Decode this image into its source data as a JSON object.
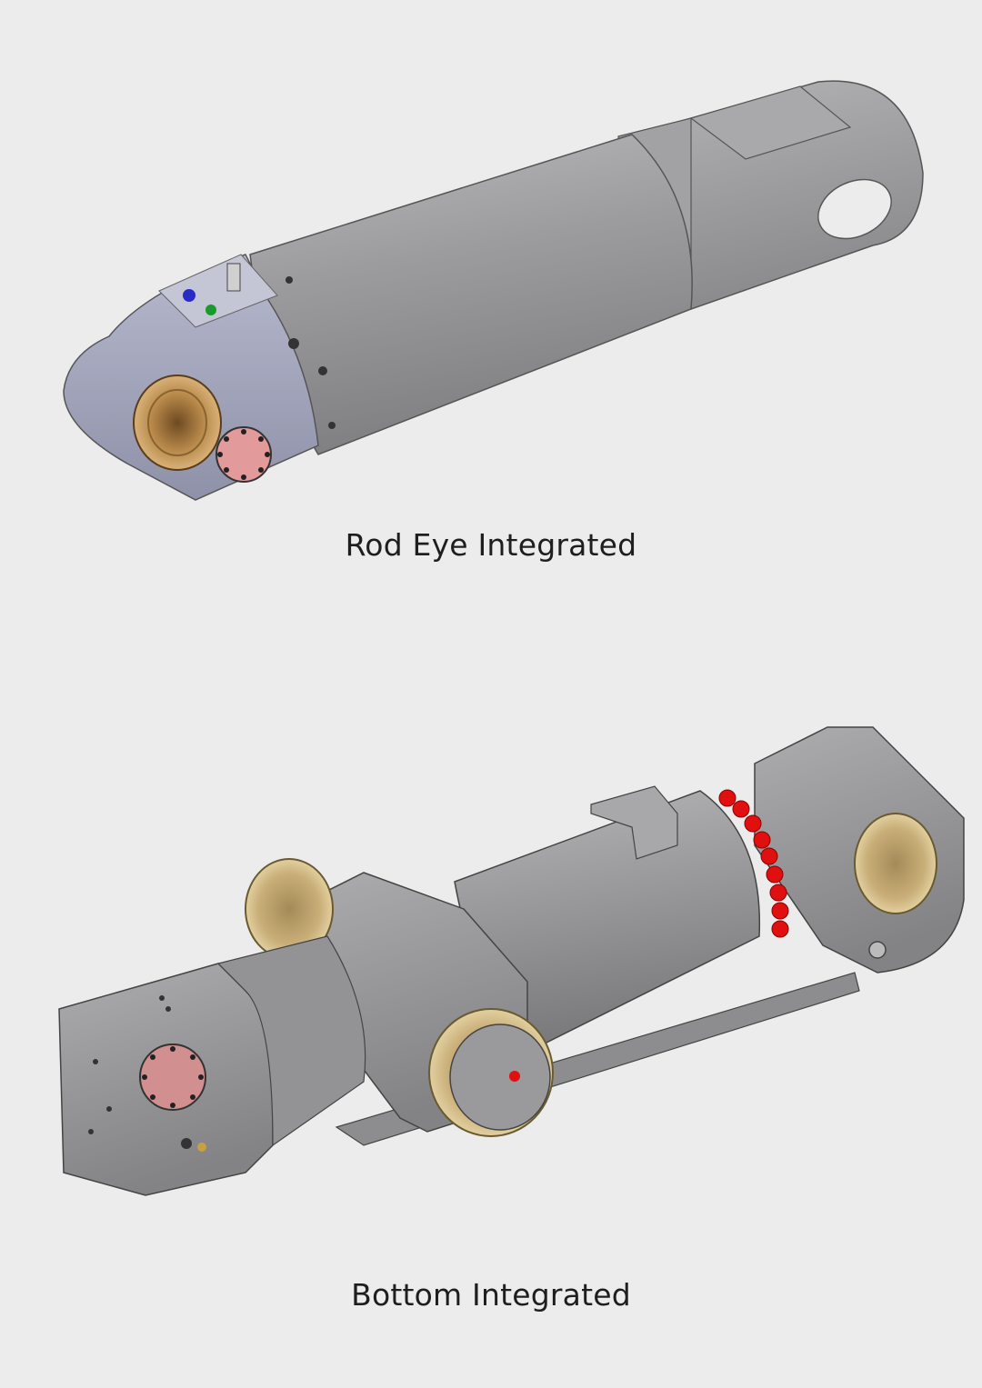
{
  "figures": [
    {
      "caption": "Rod Eye Integrated",
      "image_description_icon": "cylinder-rod-eye-integrated-render"
    },
    {
      "caption": "Bottom Integrated",
      "image_description_icon": "cylinder-bottom-integrated-render"
    }
  ],
  "colors": {
    "background": "#ececec",
    "steel": "#9a9a9c",
    "bronze": "#b8894a",
    "accent_red": "#e01010"
  }
}
